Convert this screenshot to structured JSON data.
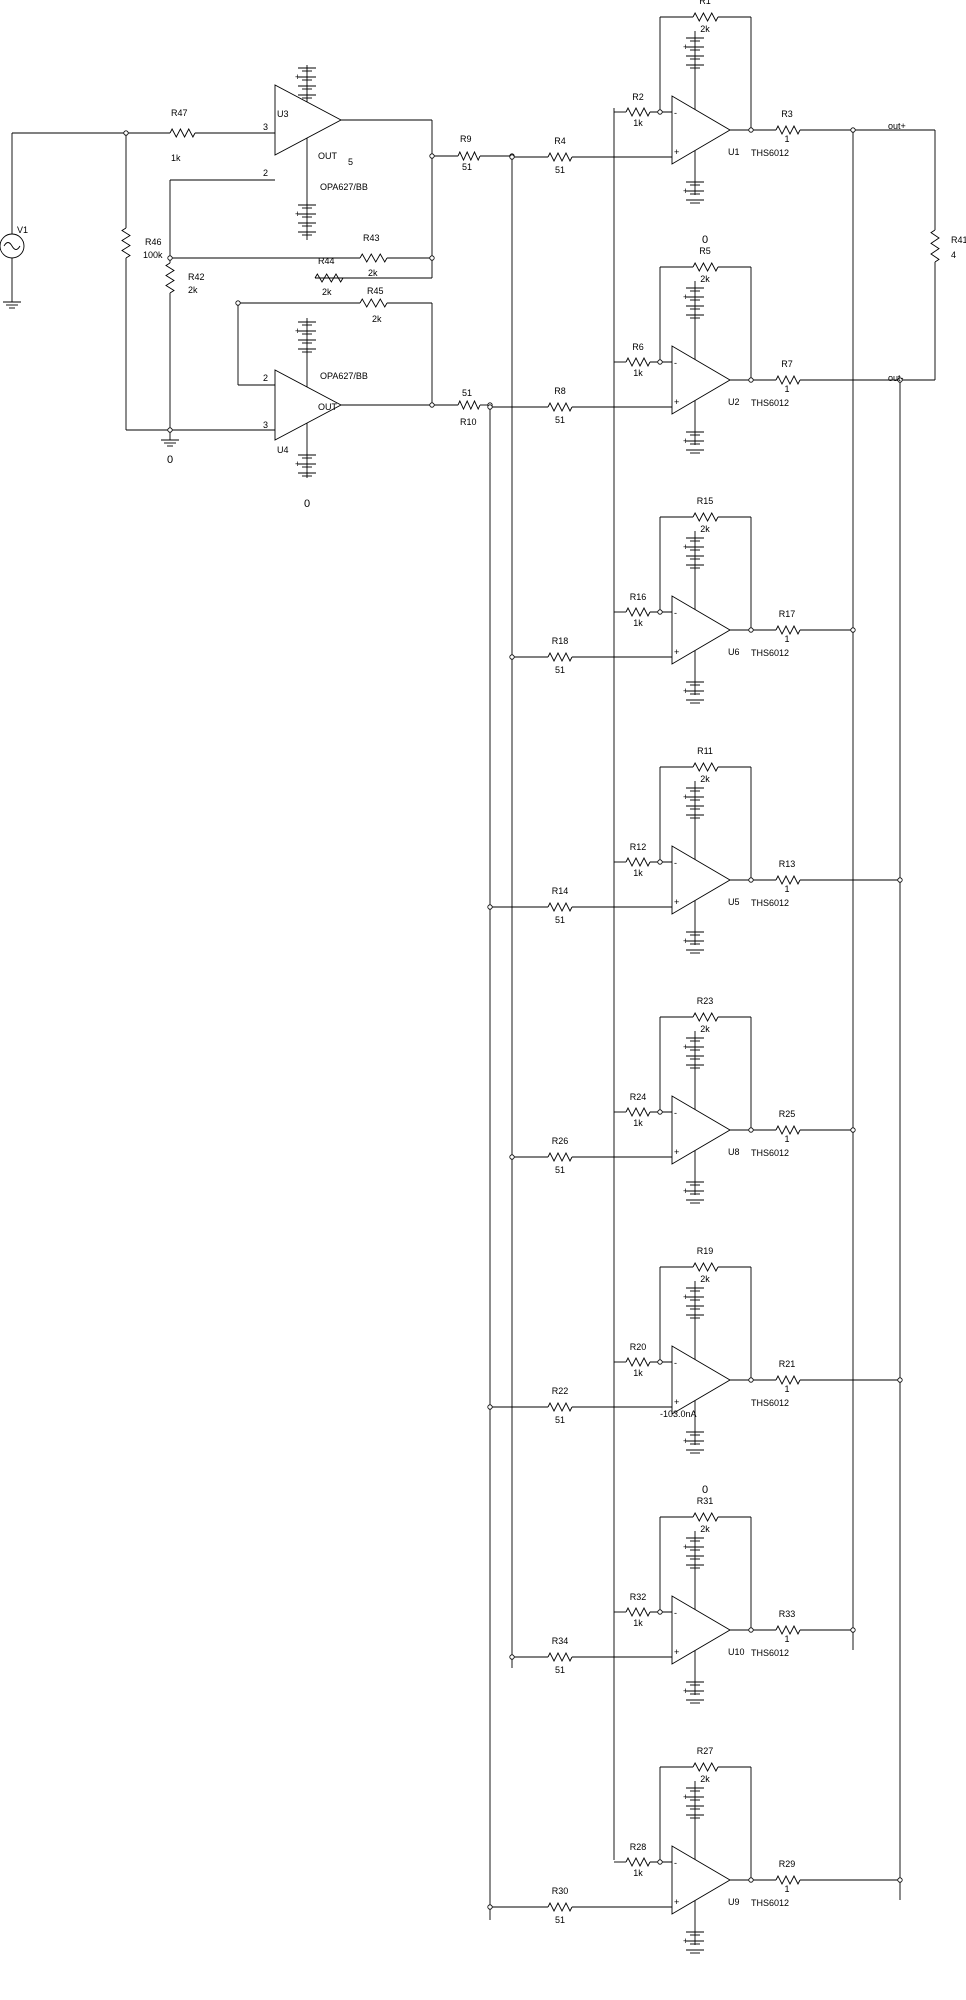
{
  "source": {
    "name": "V1"
  },
  "load": {
    "name": "R41",
    "value": "4"
  },
  "nets": {
    "ground": "0",
    "out_plus": "out+",
    "out_minus": "out-"
  },
  "drivers": [
    {
      "name": "U3",
      "model": "OPA627/BB",
      "out_label": "OUT",
      "out_pin": "5",
      "pin_plus": "3",
      "pin_minus": "2"
    },
    {
      "name": "U4",
      "model": "OPA627/BB",
      "out_label": "OUT",
      "pin_plus": "3",
      "pin_minus": "2"
    }
  ],
  "front_resistors": [
    {
      "name": "R47",
      "value": "1k"
    },
    {
      "name": "R46",
      "value": "100k"
    },
    {
      "name": "R42",
      "value": "2k"
    },
    {
      "name": "R43",
      "value": "2k"
    },
    {
      "name": "R44",
      "value": "2k"
    },
    {
      "name": "R45",
      "value": "2k"
    },
    {
      "name": "R9",
      "value": "51"
    },
    {
      "name": "R10",
      "value": "51"
    }
  ],
  "stages": [
    {
      "amp": "U1",
      "model": "THS6012",
      "rf": "R1",
      "rf_val": "2k",
      "rg": "R2",
      "rg_val": "1k",
      "rin": "R4",
      "rin_val": "51",
      "rout": "R3",
      "rout_val": "1",
      "gnd": "0"
    },
    {
      "amp": "U2",
      "model": "THS6012",
      "rf": "R5",
      "rf_val": "2k",
      "rg": "R6",
      "rg_val": "1k",
      "rin": "R8",
      "rin_val": "51",
      "rout": "R7",
      "rout_val": "1"
    },
    {
      "amp": "U6",
      "model": "THS6012",
      "rf": "R15",
      "rf_val": "2k",
      "rg": "R16",
      "rg_val": "1k",
      "rin": "R18",
      "rin_val": "51",
      "rout": "R17",
      "rout_val": "1"
    },
    {
      "amp": "U5",
      "model": "THS6012",
      "rf": "R11",
      "rf_val": "2k",
      "rg": "R12",
      "rg_val": "1k",
      "rin": "R14",
      "rin_val": "51",
      "rout": "R13",
      "rout_val": "1"
    },
    {
      "amp": "U8",
      "model": "THS6012",
      "rf": "R23",
      "rf_val": "2k",
      "rg": "R24",
      "rg_val": "1k",
      "rin": "R26",
      "rin_val": "51",
      "rout": "R25",
      "rout_val": "1"
    },
    {
      "amp": "",
      "model": "THS6012",
      "rf": "R19",
      "rf_val": "2k",
      "rg": "R20",
      "rg_val": "1k",
      "rin": "R22",
      "rin_val": "51",
      "rout": "R21",
      "rout_val": "1",
      "probe": "-103.0nA",
      "gnd": "0"
    },
    {
      "amp": "U10",
      "model": "THS6012",
      "rf": "R31",
      "rf_val": "2k",
      "rg": "R32",
      "rg_val": "1k",
      "rin": "R34",
      "rin_val": "51",
      "rout": "R33",
      "rout_val": "1"
    },
    {
      "amp": "U9",
      "model": "THS6012",
      "rf": "R27",
      "rf_val": "2k",
      "rg": "R28",
      "rg_val": "1k",
      "rin": "R30",
      "rin_val": "51",
      "rout": "R29",
      "rout_val": "1"
    }
  ]
}
